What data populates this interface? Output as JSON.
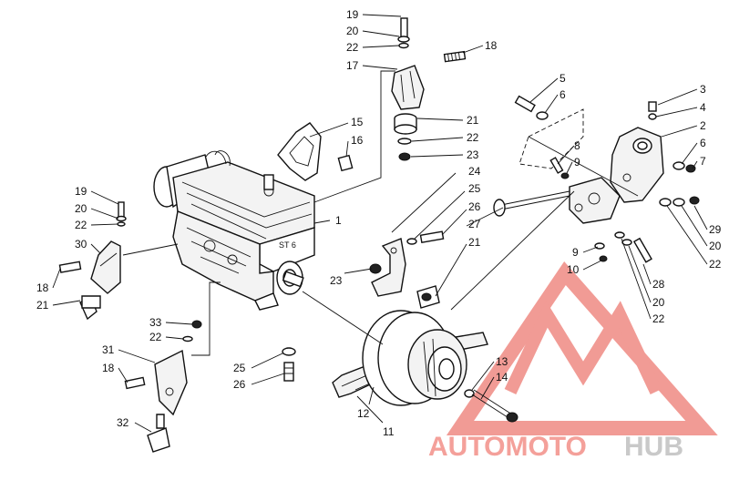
{
  "callouts": [
    {
      "id": "c19a",
      "text": "19"
    },
    {
      "id": "c20a",
      "text": "20"
    },
    {
      "id": "c22a",
      "text": "22"
    },
    {
      "id": "c17",
      "text": "17"
    },
    {
      "id": "c18a",
      "text": "18"
    },
    {
      "id": "c21a",
      "text": "21"
    },
    {
      "id": "c22b",
      "text": "22"
    },
    {
      "id": "c23a",
      "text": "23"
    },
    {
      "id": "c15",
      "text": "15"
    },
    {
      "id": "c16",
      "text": "16"
    },
    {
      "id": "c1",
      "text": "1"
    },
    {
      "id": "c24",
      "text": "24"
    },
    {
      "id": "c25a",
      "text": "25"
    },
    {
      "id": "c26a",
      "text": "26"
    },
    {
      "id": "c27",
      "text": "27"
    },
    {
      "id": "c21b",
      "text": "21"
    },
    {
      "id": "c23b",
      "text": "23"
    },
    {
      "id": "c5",
      "text": "5"
    },
    {
      "id": "c6a",
      "text": "6"
    },
    {
      "id": "c3",
      "text": "3"
    },
    {
      "id": "c4",
      "text": "4"
    },
    {
      "id": "c2",
      "text": "2"
    },
    {
      "id": "c6b",
      "text": "6"
    },
    {
      "id": "c7",
      "text": "7"
    },
    {
      "id": "c8",
      "text": "8"
    },
    {
      "id": "c9a",
      "text": "9"
    },
    {
      "id": "c29",
      "text": "29"
    },
    {
      "id": "c20b",
      "text": "20"
    },
    {
      "id": "c22c",
      "text": "22"
    },
    {
      "id": "c9b",
      "text": "9"
    },
    {
      "id": "c10",
      "text": "10"
    },
    {
      "id": "c28",
      "text": "28"
    },
    {
      "id": "c20c",
      "text": "20"
    },
    {
      "id": "c22d",
      "text": "22"
    },
    {
      "id": "c19b",
      "text": "19"
    },
    {
      "id": "c20d",
      "text": "20"
    },
    {
      "id": "c22e",
      "text": "22"
    },
    {
      "id": "c30",
      "text": "30"
    },
    {
      "id": "c18b",
      "text": "18"
    },
    {
      "id": "c21c",
      "text": "21"
    },
    {
      "id": "c33",
      "text": "33"
    },
    {
      "id": "c22f",
      "text": "22"
    },
    {
      "id": "c31",
      "text": "31"
    },
    {
      "id": "c18c",
      "text": "18"
    },
    {
      "id": "c32",
      "text": "32"
    },
    {
      "id": "c25b",
      "text": "25"
    },
    {
      "id": "c26b",
      "text": "26"
    },
    {
      "id": "c12",
      "text": "12"
    },
    {
      "id": "c11",
      "text": "11"
    },
    {
      "id": "c13",
      "text": "13"
    },
    {
      "id": "c14",
      "text": "14"
    }
  ],
  "watermark": {
    "part1": "AUTOMOTO",
    "part2": "HUB",
    "color_main": "#f4a09a",
    "color_accent": "#c9c9c9",
    "color_logo": "#ef8a83"
  },
  "engine_plate_text": "ST 6"
}
